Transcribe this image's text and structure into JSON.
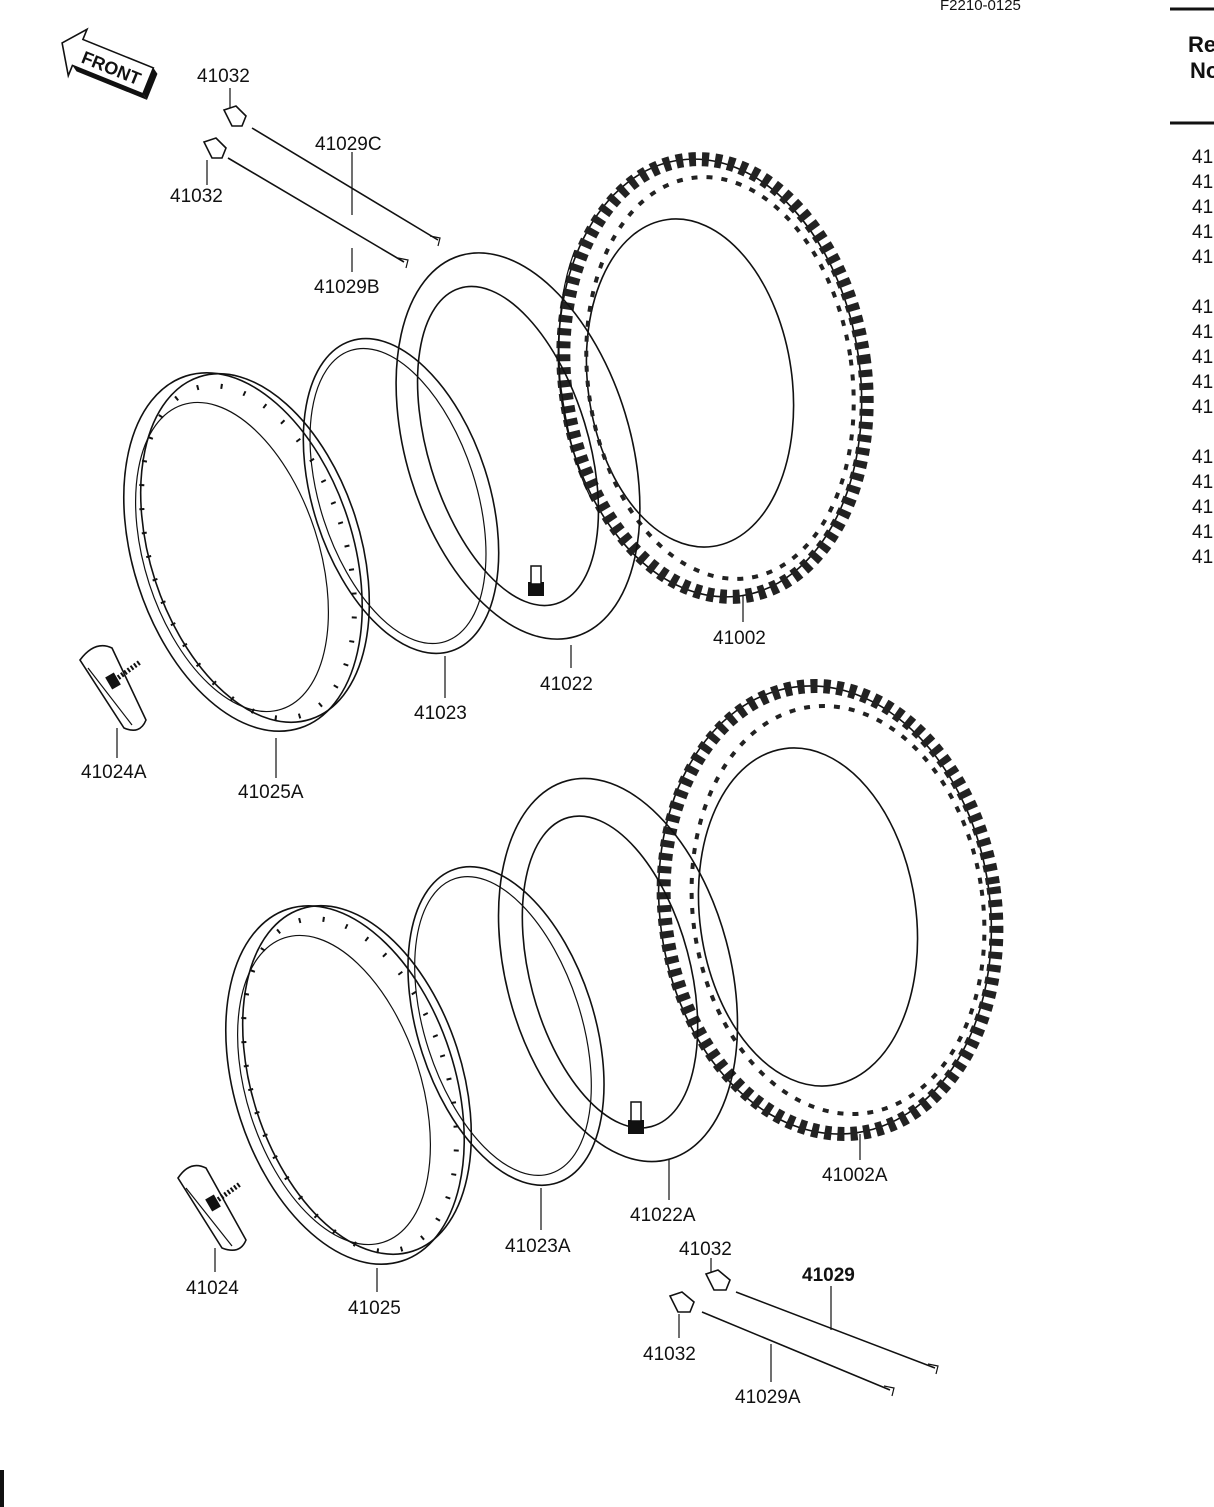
{
  "header": {
    "code": "F2210-0125"
  },
  "right_column": {
    "heading_line1": "Re",
    "heading_line2": "No",
    "rows": [
      "41",
      "41",
      "41",
      "41",
      "41",
      "41",
      "41",
      "41",
      "41",
      "41",
      "41",
      "41",
      "41",
      "41",
      "41"
    ]
  },
  "front_arrow": {
    "text": "FRONT"
  },
  "parts_top": {
    "spoke_nipple_upper": "41032",
    "spoke_nipple_lower": "41032",
    "spoke_c": "41029C",
    "spoke_b": "41029B",
    "tire": "41002",
    "tube": "41022",
    "rim_band": "41023",
    "rim_lock": "41024A",
    "rim": "41025A"
  },
  "parts_bottom": {
    "tire": "41002A",
    "tube": "41022A",
    "rim_band": "41023A",
    "rim_lock": "41024",
    "rim": "41025",
    "spoke_nipple_upper": "41032",
    "spoke_nipple_lower": "41032",
    "spoke": "41029",
    "spoke_a": "41029A"
  }
}
